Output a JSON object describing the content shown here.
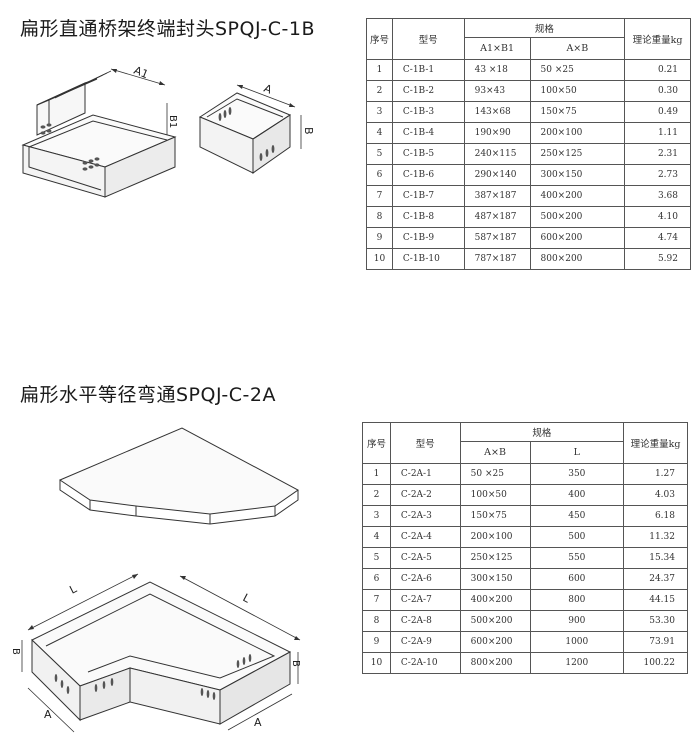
{
  "sections": [
    {
      "title": "扁形直通桥架终端封头SPQJ-C-1B",
      "dims": {
        "a1": "A1",
        "b1": "B1",
        "a": "A",
        "b": "B"
      },
      "table": {
        "headers": {
          "no": "序号",
          "model": "型号",
          "spec": "规格",
          "col1": "A1×B1",
          "col2": "A×B",
          "weight": "理论重量kg"
        },
        "rows": [
          {
            "no": "1",
            "model": "C-1B-1",
            "c1": "43 ×18",
            "c2": "50 ×25",
            "w": "0.21"
          },
          {
            "no": "2",
            "model": "C-1B-2",
            "c1": "93×43",
            "c2": "100×50",
            "w": "0.30"
          },
          {
            "no": "3",
            "model": "C-1B-3",
            "c1": "143×68",
            "c2": "150×75",
            "w": "0.49"
          },
          {
            "no": "4",
            "model": "C-1B-4",
            "c1": "190×90",
            "c2": "200×100",
            "w": "1.11"
          },
          {
            "no": "5",
            "model": "C-1B-5",
            "c1": "240×115",
            "c2": "250×125",
            "w": "2.31"
          },
          {
            "no": "6",
            "model": "C-1B-6",
            "c1": "290×140",
            "c2": "300×150",
            "w": "2.73"
          },
          {
            "no": "7",
            "model": "C-1B-7",
            "c1": "387×187",
            "c2": "400×200",
            "w": "3.68"
          },
          {
            "no": "8",
            "model": "C-1B-8",
            "c1": "487×187",
            "c2": "500×200",
            "w": "4.10"
          },
          {
            "no": "9",
            "model": "C-1B-9",
            "c1": "587×187",
            "c2": "600×200",
            "w": "4.74"
          },
          {
            "no": "10",
            "model": "C-1B-10",
            "c1": "787×187",
            "c2": "800×200",
            "w": "5.92"
          }
        ]
      }
    },
    {
      "title": "扁形水平等径弯通SPQJ-C-2A",
      "dims": {
        "l": "L",
        "b": "B",
        "a": "A"
      },
      "table": {
        "headers": {
          "no": "序号",
          "model": "型号",
          "spec": "规格",
          "col1": "A×B",
          "col2": "L",
          "weight": "理论重量kg"
        },
        "rows": [
          {
            "no": "1",
            "model": "C-2A-1",
            "c1": "50 ×25",
            "c2": "350",
            "w": "1.27"
          },
          {
            "no": "2",
            "model": "C-2A-2",
            "c1": "100×50",
            "c2": "400",
            "w": "4.03"
          },
          {
            "no": "3",
            "model": "C-2A-3",
            "c1": "150×75",
            "c2": "450",
            "w": "6.18"
          },
          {
            "no": "4",
            "model": "C-2A-4",
            "c1": "200×100",
            "c2": "500",
            "w": "11.32"
          },
          {
            "no": "5",
            "model": "C-2A-5",
            "c1": "250×125",
            "c2": "550",
            "w": "15.34"
          },
          {
            "no": "6",
            "model": "C-2A-6",
            "c1": "300×150",
            "c2": "600",
            "w": "24.37"
          },
          {
            "no": "7",
            "model": "C-2A-7",
            "c1": "400×200",
            "c2": "800",
            "w": "44.15"
          },
          {
            "no": "8",
            "model": "C-2A-8",
            "c1": "500×200",
            "c2": "900",
            "w": "53.30"
          },
          {
            "no": "9",
            "model": "C-2A-9",
            "c1": "600×200",
            "c2": "1000",
            "w": "73.91"
          },
          {
            "no": "10",
            "model": "C-2A-10",
            "c1": "800×200",
            "c2": "1200",
            "w": "100.22"
          }
        ]
      }
    }
  ]
}
